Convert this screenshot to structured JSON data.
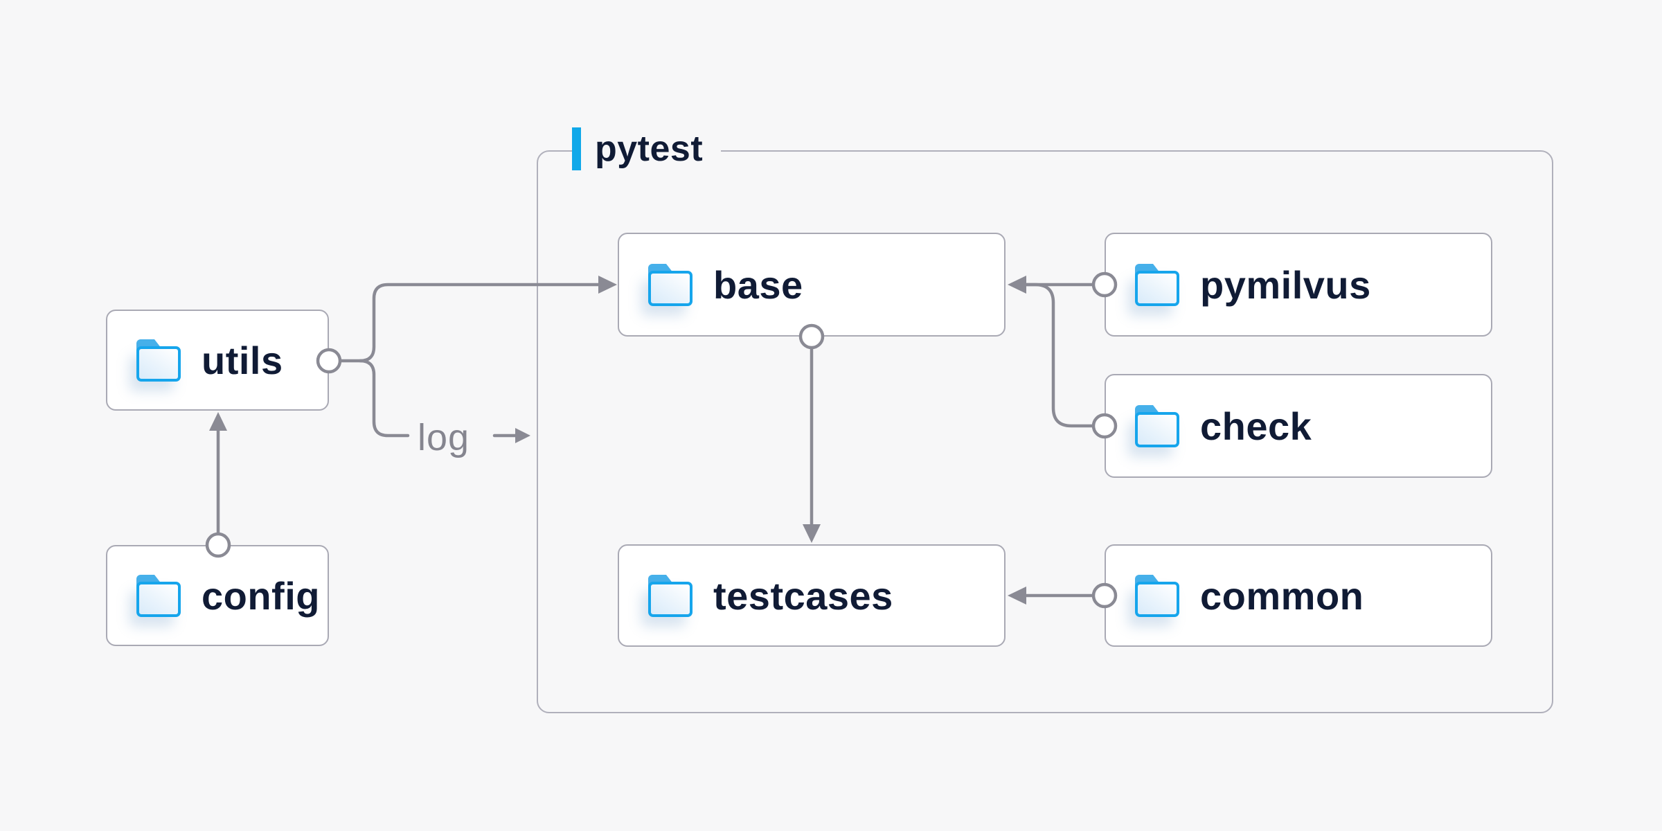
{
  "diagram": {
    "group": {
      "label": "pytest",
      "accent_color": "#10a8e9"
    },
    "nodes": {
      "utils": {
        "label": "utils",
        "inside_group": false
      },
      "config": {
        "label": "config",
        "inside_group": false
      },
      "base": {
        "label": "base",
        "inside_group": true
      },
      "pymilvus": {
        "label": "pymilvus",
        "inside_group": true
      },
      "check": {
        "label": "check",
        "inside_group": true
      },
      "testcases": {
        "label": "testcases",
        "inside_group": true
      },
      "common": {
        "label": "common",
        "inside_group": true
      }
    },
    "edges": [
      {
        "from": "config",
        "to": "utils",
        "label": ""
      },
      {
        "from": "utils",
        "to": "base",
        "label": ""
      },
      {
        "from": "utils",
        "to": "pytest-group",
        "label": "log"
      },
      {
        "from": "pymilvus",
        "to": "base",
        "label": ""
      },
      {
        "from": "check",
        "to": "base",
        "label": ""
      },
      {
        "from": "base",
        "to": "testcases",
        "label": ""
      },
      {
        "from": "common",
        "to": "testcases",
        "label": ""
      }
    ]
  },
  "colors": {
    "background": "#f7f7f8",
    "node_fill": "#ffffff",
    "node_border": "#a9a9b4",
    "group_border": "#b0b0bb",
    "text_navy": "#101b35",
    "wire_gray": "#8a8a94",
    "folder_blue": "#16a5ec",
    "folder_tab_blue": "#46b0ea",
    "accent_blue": "#10a8e9"
  }
}
